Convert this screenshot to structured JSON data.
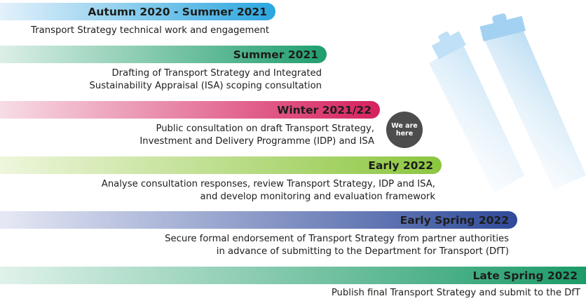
{
  "milestones": [
    {
      "title": "Autumn 2020 - Summer 2021",
      "lines": [
        "Transport Strategy technical work and engagement"
      ],
      "color_from": "#e3f1fb",
      "color_to": "#2aa6df"
    },
    {
      "title": "Summer 2021",
      "lines": [
        "Drafting of Transport Strategy and Integrated",
        "Sustainability Appraisal (ISA) scoping consultation"
      ],
      "color_from": "#dcefe6",
      "color_to": "#1f9e6e"
    },
    {
      "title": "Winter 2021/22",
      "lines": [
        "Public consultation on draft Transport Strategy,",
        "Investment and Delivery Programme (IDP) and ISA"
      ],
      "color_from": "#f7dde5",
      "color_to": "#d6215e"
    },
    {
      "title": "Early 2022",
      "lines": [
        "Analyse consultation responses, review Transport Strategy, IDP and ISA,",
        "and develop monitoring and evaluation framework"
      ],
      "color_from": "#eef6dc",
      "color_to": "#8cc63f"
    },
    {
      "title": "Early Spring 2022",
      "lines": [
        "Secure formal endorsement of Transport Strategy from partner authorities",
        "in advance of submitting to the Department for Transport (DfT)"
      ],
      "color_from": "#e6e9f5",
      "color_to": "#2f4a9a"
    },
    {
      "title": "Late Spring 2022",
      "lines": [
        "Publish final Transport Strategy and submit to the DfT"
      ],
      "color_from": "#e0f2ea",
      "color_to": "#1c9b68"
    }
  ],
  "marker": {
    "line1": "We are",
    "line2": "here",
    "color": "#4d4d4d"
  }
}
